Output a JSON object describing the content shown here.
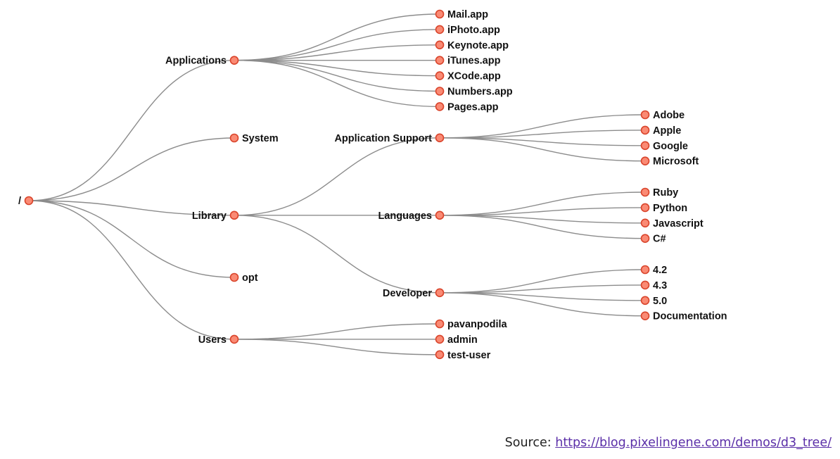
{
  "tree": {
    "name": "/",
    "children": [
      {
        "name": "Applications",
        "children": [
          {
            "name": "Mail.app"
          },
          {
            "name": "iPhoto.app"
          },
          {
            "name": "Keynote.app"
          },
          {
            "name": "iTunes.app"
          },
          {
            "name": "XCode.app"
          },
          {
            "name": "Numbers.app"
          },
          {
            "name": "Pages.app"
          }
        ]
      },
      {
        "name": "System"
      },
      {
        "name": "Library",
        "children": [
          {
            "name": "Application Support",
            "children": [
              {
                "name": "Adobe"
              },
              {
                "name": "Apple"
              },
              {
                "name": "Google"
              },
              {
                "name": "Microsoft"
              }
            ]
          },
          {
            "name": "Languages",
            "children": [
              {
                "name": "Ruby"
              },
              {
                "name": "Python"
              },
              {
                "name": "Javascript"
              },
              {
                "name": "C#"
              }
            ]
          },
          {
            "name": "Developer",
            "children": [
              {
                "name": "4.2"
              },
              {
                "name": "4.3"
              },
              {
                "name": "5.0"
              },
              {
                "name": "Documentation"
              }
            ]
          }
        ]
      },
      {
        "name": "opt"
      },
      {
        "name": "Users",
        "children": [
          {
            "name": "pavanpodila"
          },
          {
            "name": "admin"
          },
          {
            "name": "test-user"
          }
        ]
      }
    ]
  },
  "footer": {
    "source_label": "Source:",
    "source_link": "https://blog.pixelingene.com/demos/d3_tree/"
  },
  "colors": {
    "node_fill": "#fa8a74",
    "node_stroke": "#d9442b",
    "link": "#8c8c8c"
  }
}
